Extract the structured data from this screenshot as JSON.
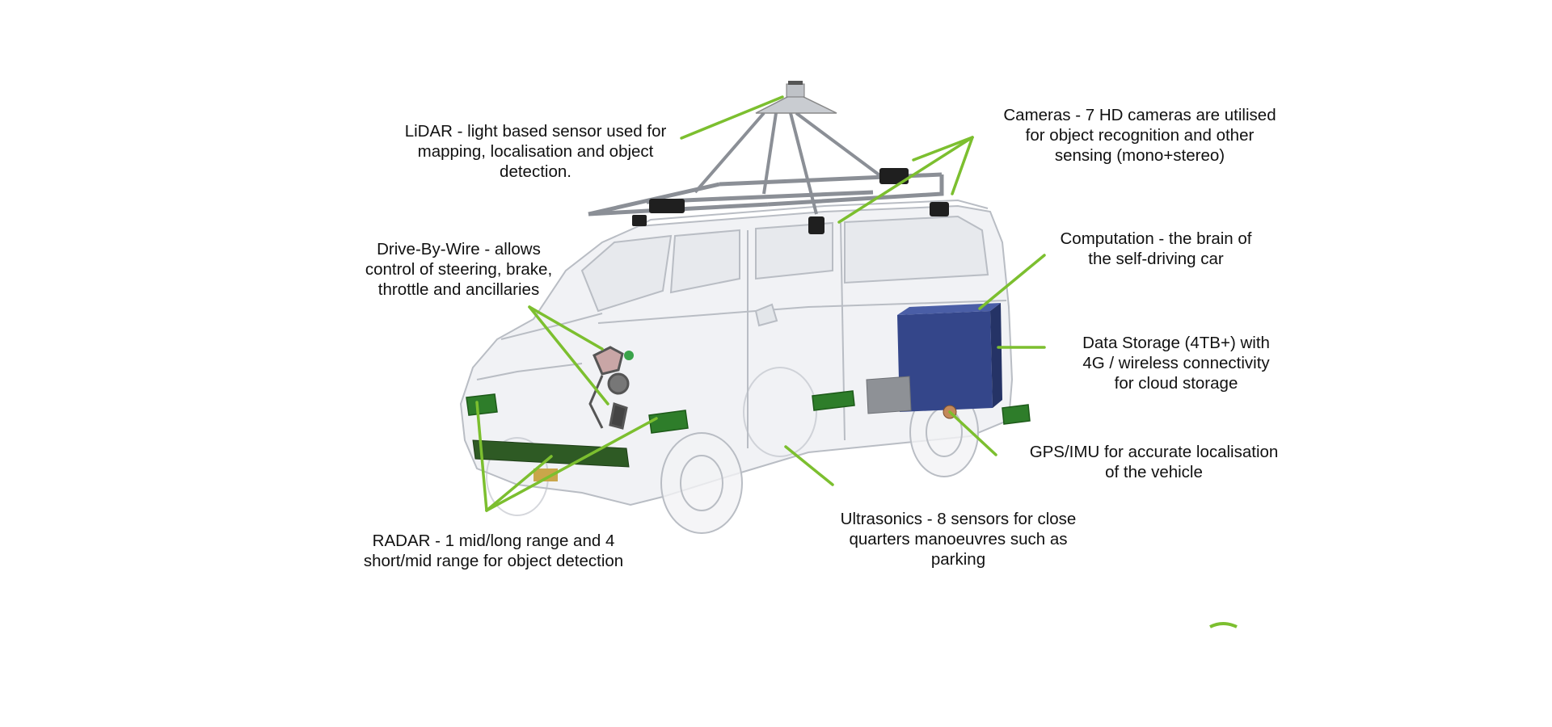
{
  "colors": {
    "leader": "#7cbf2f",
    "sensor_green": "#2e7d2a",
    "compute_box": "#34468a",
    "van_outline": "#b9bdc4"
  },
  "labels": {
    "lidar": [
      "LiDAR - light based sensor used for",
      "mapping, localisation and object",
      "detection."
    ],
    "cameras": [
      "Cameras - 7 HD cameras are utilised",
      "for object recognition and other",
      "sensing (mono+stereo)"
    ],
    "drive_by_wire": [
      "Drive-By-Wire - allows",
      "control of steering, brake,",
      "throttle and ancillaries"
    ],
    "computation": [
      "Computation - the brain of",
      "the self-driving car"
    ],
    "data_storage": [
      "Data Storage (4TB+) with",
      "4G / wireless connectivity",
      "for cloud storage"
    ],
    "gps_imu": [
      "GPS/IMU for accurate localisation",
      "of the vehicle"
    ],
    "ultrasonics": [
      "Ultrasonics - 8 sensors for close",
      "quarters manoeuvres such as",
      "parking"
    ],
    "radar": [
      "RADAR - 1 mid/long range and 4",
      "short/mid range for object detection"
    ]
  }
}
